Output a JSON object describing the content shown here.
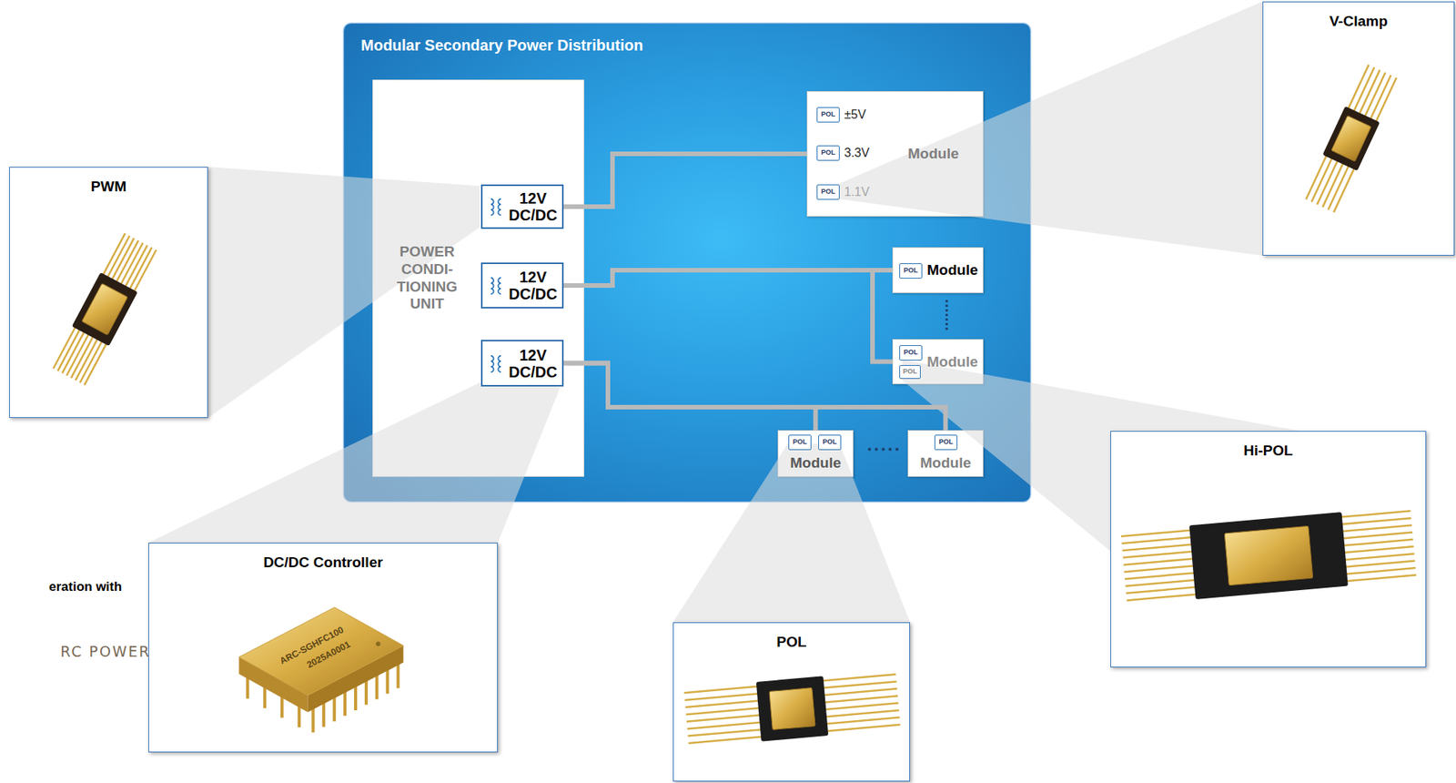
{
  "diagram": {
    "nodes": [
      {
        "text": [
          "Modular Secondary Power Distribution"
        ]
      },
      {
        "text": [
          "POWER CONDI- TIONING UNIT"
        ],
        "in": 0
      },
      {
        "text": [
          "12V DC/DC"
        ],
        "in": 1
      },
      {
        "text": [
          "12V DC/DC"
        ],
        "in": 1
      },
      {
        "text": [
          "12V DC/DC"
        ],
        "in": 1
      },
      {
        "text": [
          "Module"
        ],
        "in": 0
      },
      {
        "text": [
          "POL"
        ],
        "in": 5
      },
      {
        "text": [
          "POL"
        ],
        "in": 5
      },
      {
        "text": [
          "POL"
        ],
        "in": 5
      },
      {
        "text": [
          "Module"
        ],
        "in": 0
      },
      {
        "text": [
          "POL"
        ],
        "in": 9
      },
      {
        "text": [
          "Module"
        ],
        "in": 0
      },
      {
        "text": [
          "POL"
        ],
        "in": 11
      },
      {
        "text": [
          "POL"
        ],
        "in": 11
      },
      {
        "text": [
          "Module"
        ],
        "in": 0
      },
      {
        "text": [
          "POL"
        ],
        "in": 14
      },
      {
        "text": [
          "POL"
        ],
        "in": 14
      },
      {
        "text": [
          "Module"
        ],
        "in": 0
      },
      {
        "text": [
          "POL"
        ],
        "in": 17
      },
      {
        "text": [
          "PWM"
        ]
      },
      {
        "text": [
          "V-Clamp"
        ]
      },
      {
        "text": [
          "DC/DC Controller"
        ]
      },
      {
        "text": [
          "POL"
        ]
      },
      {
        "text": [
          "Hi-POL"
        ]
      }
    ],
    "edges": [
      {
        "from": 2,
        "to": 5,
        "arrow": "none"
      },
      {
        "from": 3,
        "to": 9,
        "arrow": "none"
      },
      {
        "from": 3,
        "to": 11,
        "arrow": "none"
      },
      {
        "from": 4,
        "to": 14,
        "arrow": "none"
      },
      {
        "from": 4,
        "to": 17,
        "arrow": "none"
      }
    ],
    "labels": [
      "±5V",
      "3.3V",
      "1.1V",
      "eration with",
      "RC POWER",
      "ARC-SGHFC100",
      "2025A0001"
    ]
  }
}
